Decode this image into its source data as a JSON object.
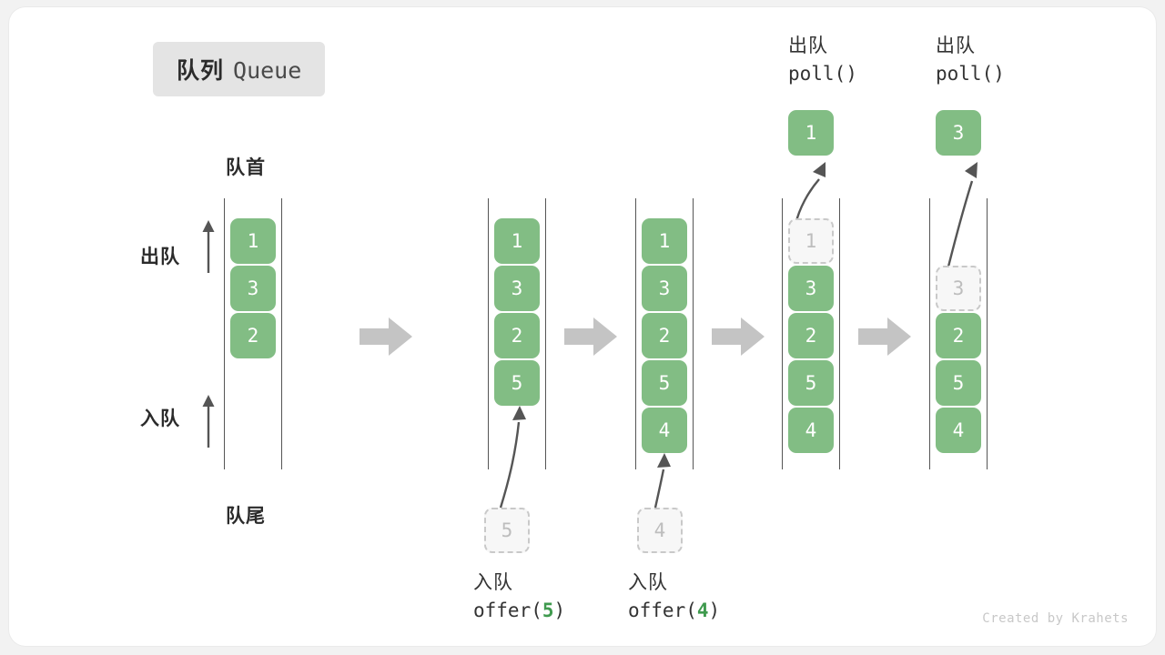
{
  "card": {
    "title_cn": "队列",
    "title_en": "Queue",
    "credit": "Created by Krahets"
  },
  "annotations": {
    "head_label": "队首",
    "tail_label": "队尾",
    "dequeue_label": "出队",
    "enqueue_label": "入队"
  },
  "colors": {
    "cell_fill": "#82bd84",
    "cell_text": "#ffffff",
    "ghost_fill": "#f7f7f7",
    "ghost_border": "#c9c9c9",
    "ghost_text": "#bdbdbd",
    "rail": "#555555",
    "flow_arrow": "#c4c4c4",
    "curve_arrow": "#555555",
    "accent_green": "#3f9a4e",
    "badge_bg": "#e4e4e4"
  },
  "steps": [
    {
      "id": "initial",
      "cells": [
        "1",
        "3",
        "2"
      ],
      "op_cn": "",
      "op_code": "",
      "op_arg": "",
      "incoming": null,
      "popped": null
    },
    {
      "id": "offer-5",
      "cells": [
        "1",
        "3",
        "2",
        "5"
      ],
      "op_cn": "入队",
      "op_code_prefix": "offer(",
      "op_arg": "5",
      "op_code_suffix": ")",
      "incoming": "5",
      "popped": null
    },
    {
      "id": "offer-4",
      "cells": [
        "1",
        "3",
        "2",
        "5",
        "4"
      ],
      "op_cn": "入队",
      "op_code_prefix": "offer(",
      "op_arg": "4",
      "op_code_suffix": ")",
      "incoming": "4",
      "popped": null
    },
    {
      "id": "poll-1",
      "cells": [
        "1",
        "3",
        "2",
        "5",
        "4"
      ],
      "ghost_index": 0,
      "op_cn": "出队",
      "op_code_prefix": "poll(",
      "op_arg": "",
      "op_code_suffix": ")",
      "incoming": null,
      "popped": "1"
    },
    {
      "id": "poll-3",
      "cells": [
        "3",
        "2",
        "5",
        "4"
      ],
      "ghost_index": 0,
      "ghost_offset_slot": 1,
      "op_cn": "出队",
      "op_code_prefix": "poll(",
      "op_arg": "",
      "op_code_suffix": ")",
      "incoming": null,
      "popped": "3"
    }
  ],
  "flow_arrows": [
    {
      "name": "flow-arrow-1"
    },
    {
      "name": "flow-arrow-2"
    },
    {
      "name": "flow-arrow-3"
    },
    {
      "name": "flow-arrow-4"
    }
  ]
}
